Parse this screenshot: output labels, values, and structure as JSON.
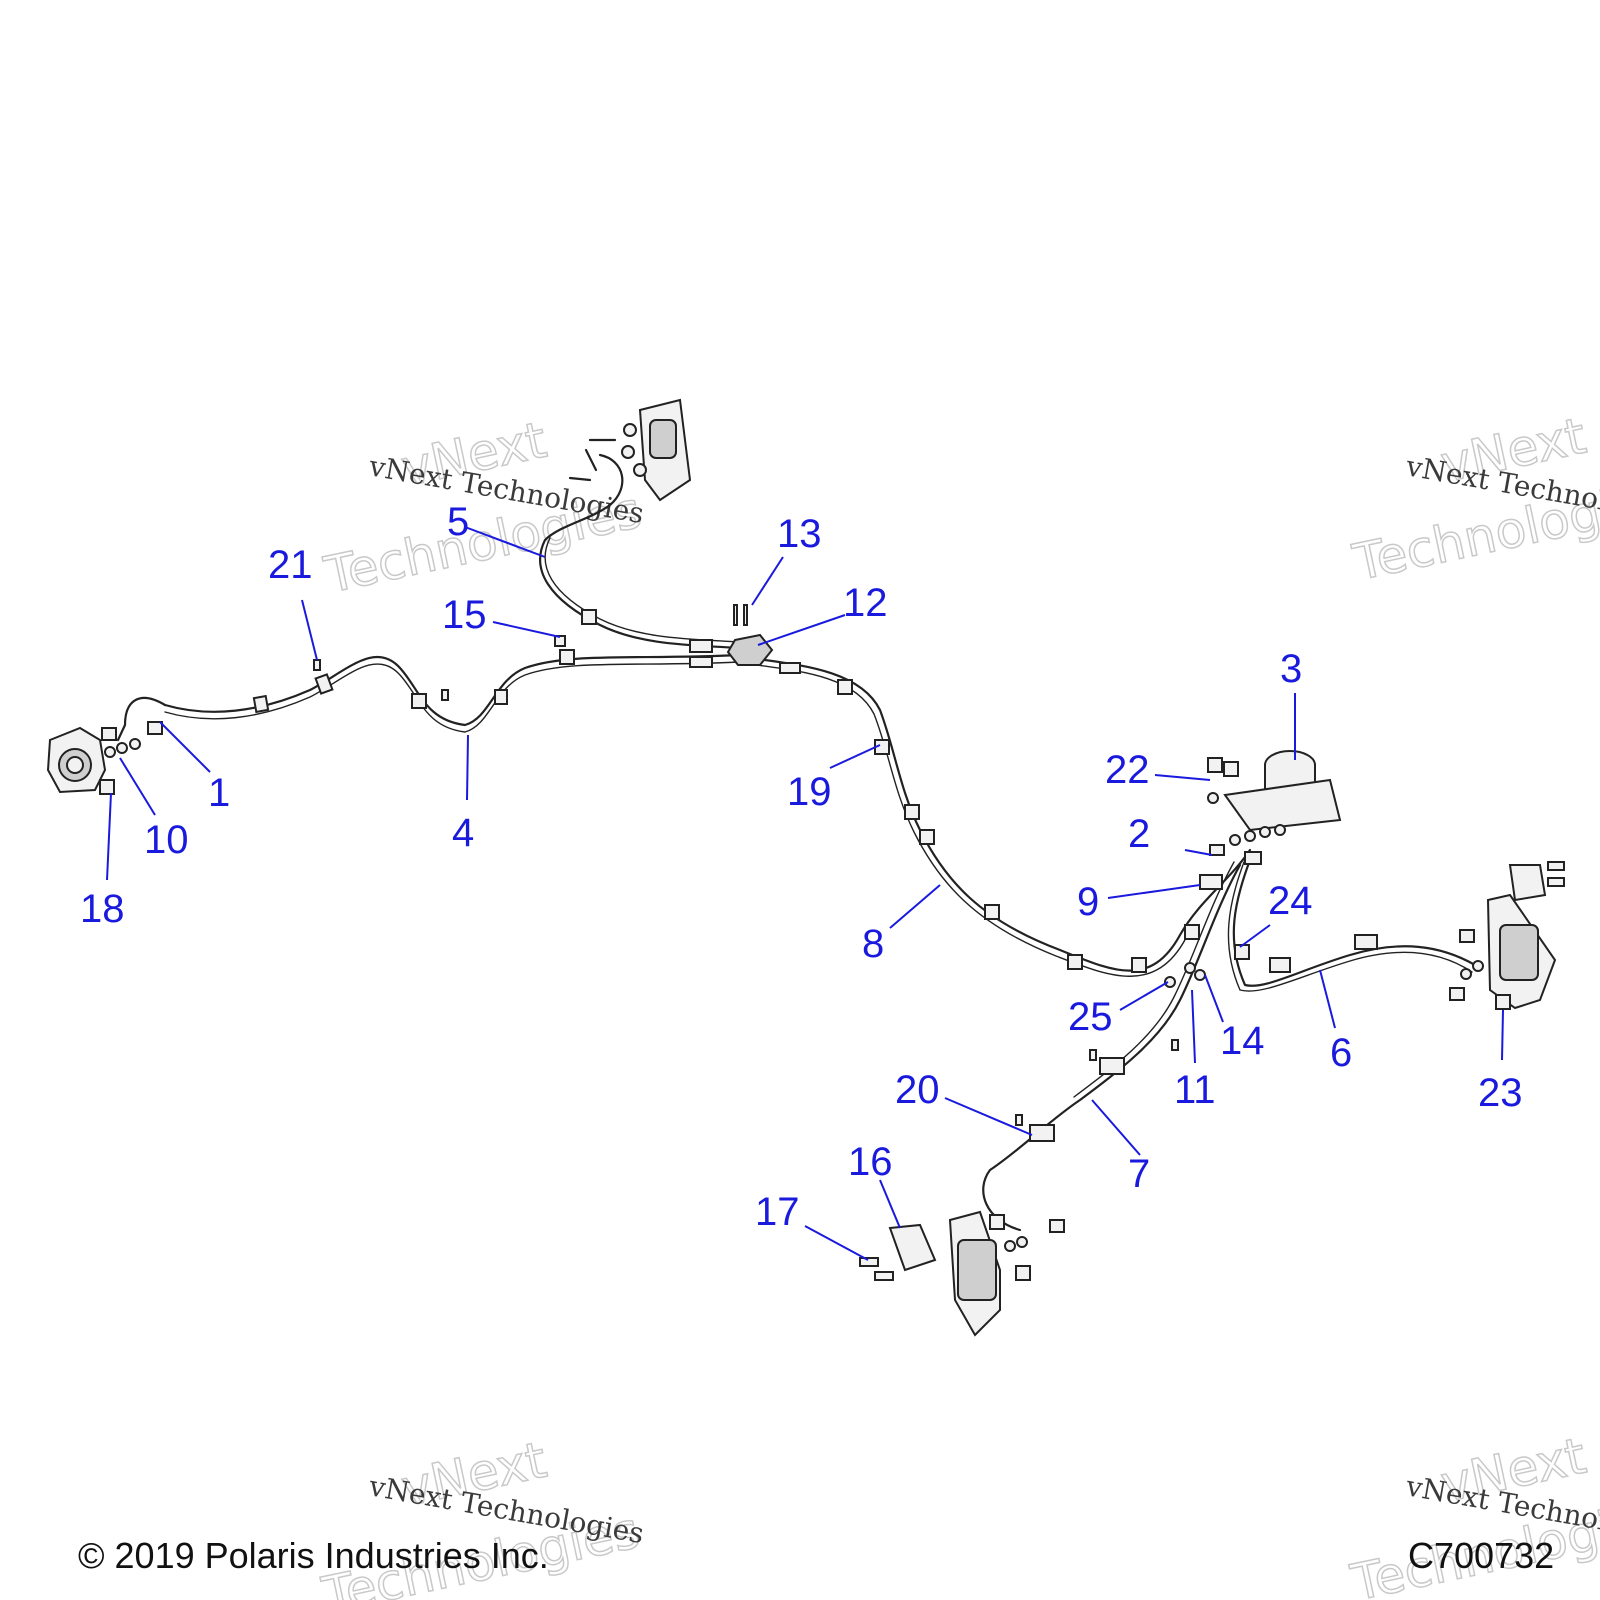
{
  "diagram": {
    "callouts": [
      {
        "label": "1"
      },
      {
        "label": "2"
      },
      {
        "label": "3"
      },
      {
        "label": "4"
      },
      {
        "label": "5"
      },
      {
        "label": "6"
      },
      {
        "label": "7"
      },
      {
        "label": "8"
      },
      {
        "label": "9"
      },
      {
        "label": "10"
      },
      {
        "label": "11"
      },
      {
        "label": "12"
      },
      {
        "label": "13"
      },
      {
        "label": "14"
      },
      {
        "label": "15"
      },
      {
        "label": "16"
      },
      {
        "label": "17"
      },
      {
        "label": "18"
      },
      {
        "label": "19"
      },
      {
        "label": "20"
      },
      {
        "label": "21"
      },
      {
        "label": "22"
      },
      {
        "label": "23"
      },
      {
        "label": "24"
      },
      {
        "label": "25"
      }
    ]
  },
  "watermark": {
    "line": "vNext Technologies",
    "big_top": "vNext",
    "big_bottom": "Technologies"
  },
  "footer": {
    "copyright": "© 2019 Polaris Industries Inc.",
    "figure_code": "C700732"
  },
  "colors": {
    "callout": "#1a1adf",
    "linework": "#222222"
  }
}
